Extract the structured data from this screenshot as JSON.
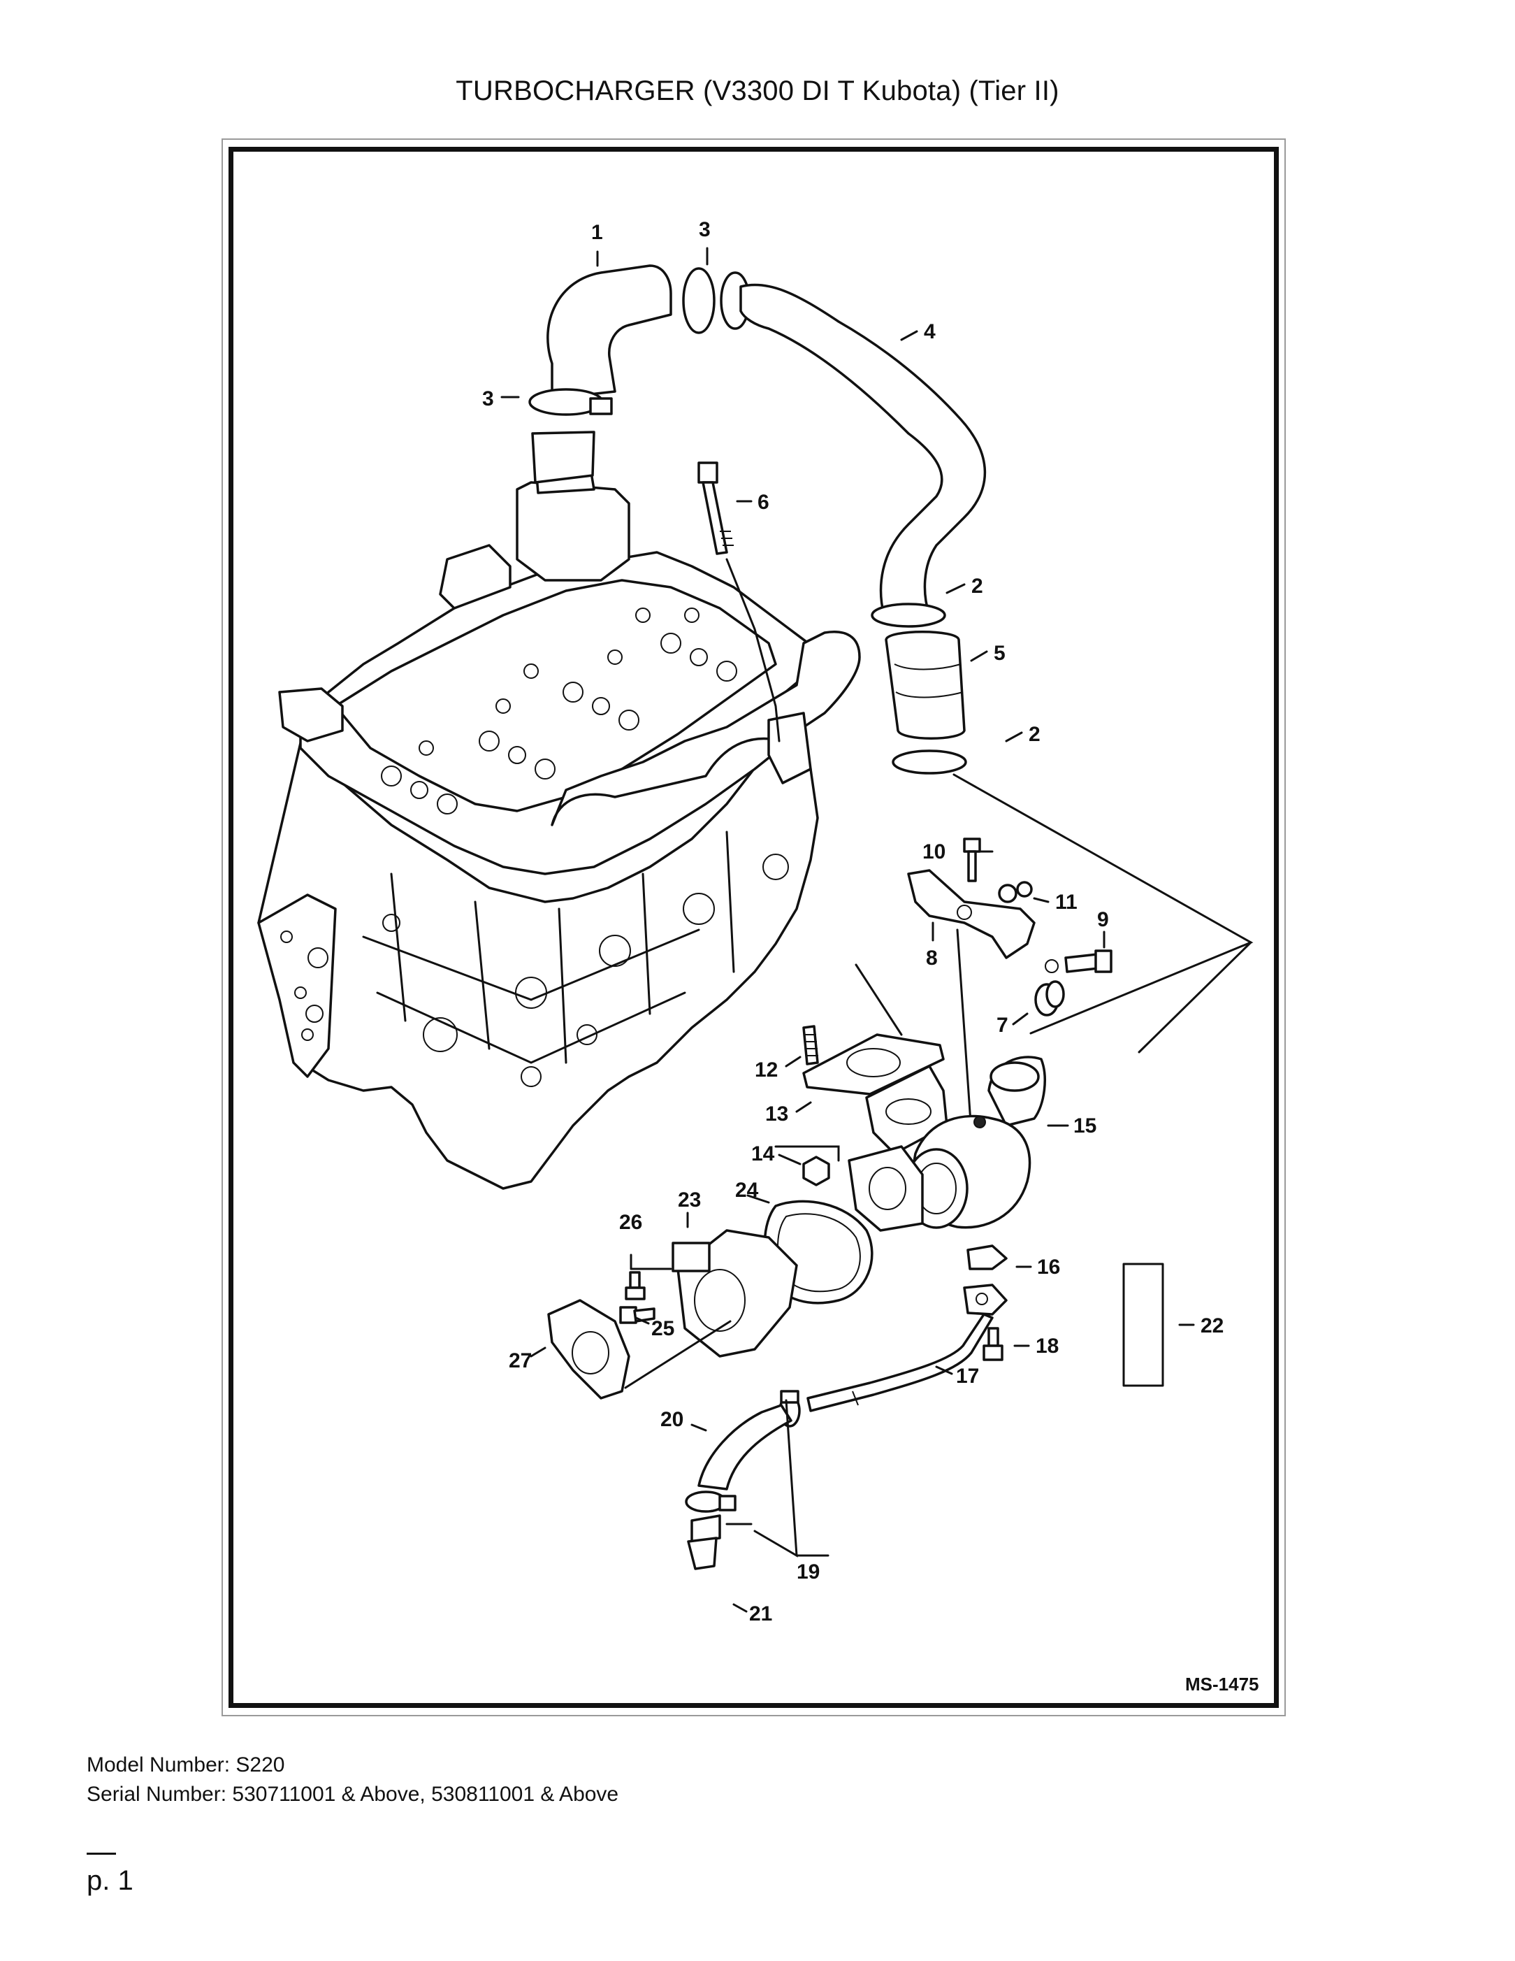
{
  "title": "TURBOCHARGER (V3300 DI T Kubota) (Tier II)",
  "diagram": {
    "code": "MS-1475",
    "callouts": [
      "1",
      "2",
      "3",
      "4",
      "5",
      "6",
      "7",
      "8",
      "9",
      "10",
      "11",
      "12",
      "13",
      "14",
      "15",
      "16",
      "17",
      "18",
      "19",
      "20",
      "21",
      "22",
      "23",
      "24",
      "25",
      "26",
      "27"
    ]
  },
  "footer": {
    "model": "Model Number: S220",
    "serial": "Serial Number: 530711001 & Above, 530811001 & Above"
  },
  "page": "p. 1"
}
